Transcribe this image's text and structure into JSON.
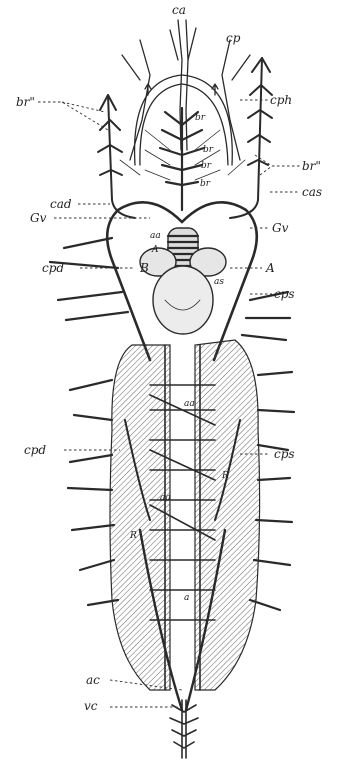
{
  "figure": {
    "labels": {
      "ca": "ca",
      "cp": "cp",
      "cph": "cph",
      "br_left": "br\"",
      "br_right": "br\"",
      "br1": "br",
      "br2": "br",
      "br3": "br",
      "br4": "br",
      "cas": "cas",
      "cad": "cad",
      "gv_left": "Gv",
      "gv_right": "Gv",
      "aa_top": "aa",
      "A_left": "A",
      "A_right": "A",
      "B": "B",
      "as": "as",
      "cpd_top": "cpd",
      "cps_top": "cps",
      "aa_mid": "aa",
      "cpd_mid": "cpd",
      "cps_mid": "cps",
      "R_right": "R",
      "aa_low": "aa",
      "R_left": "R",
      "a": "a",
      "ac": "ac",
      "vc": "vc"
    }
  }
}
